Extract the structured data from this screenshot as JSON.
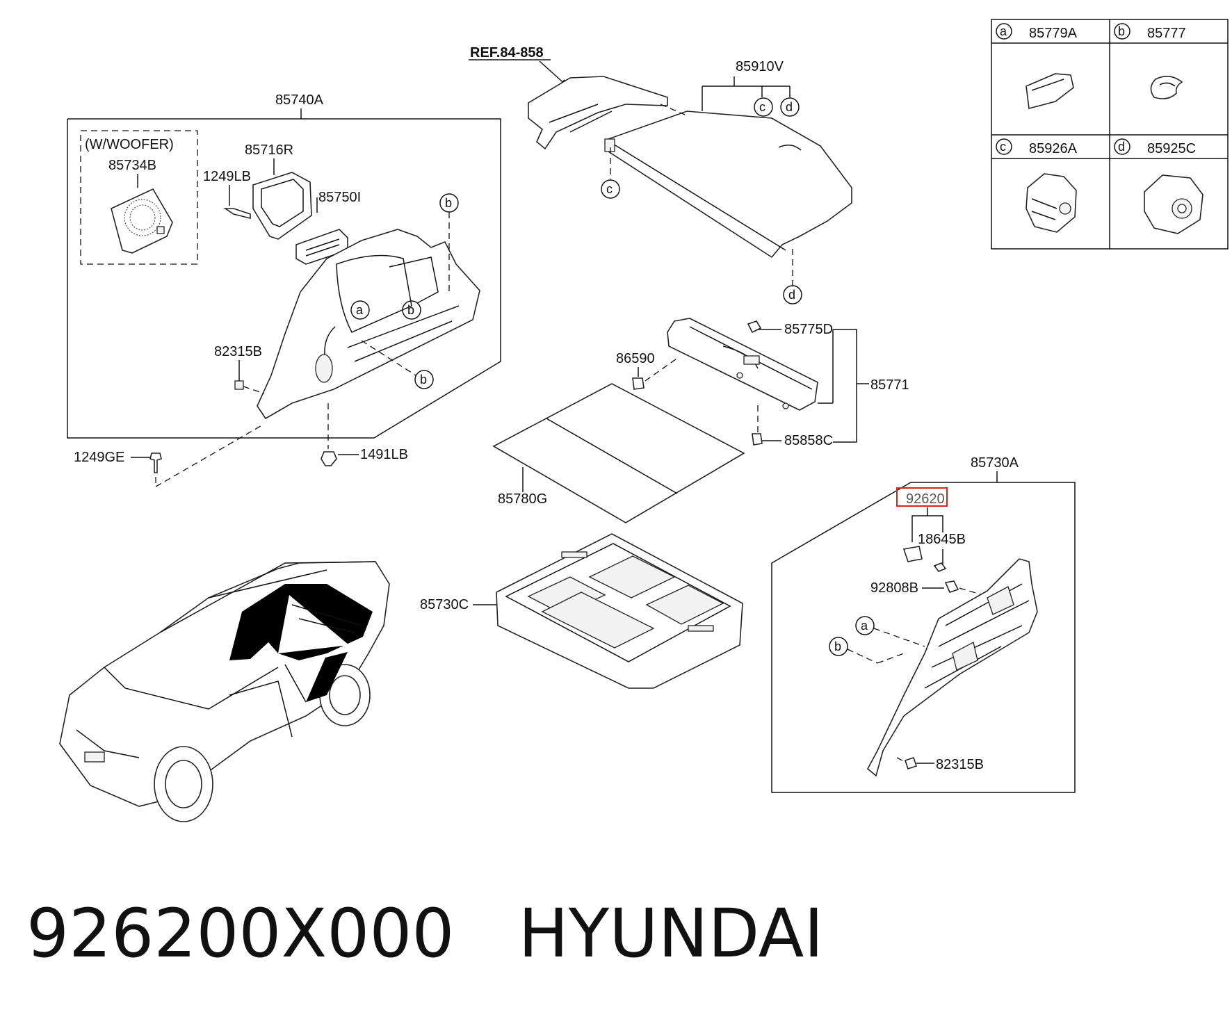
{
  "labels": {
    "ref": "REF.84-858",
    "p85910V": "85910V",
    "p85740A": "85740A",
    "woofer": "(W/WOOFER)",
    "p85734B": "85734B",
    "p85716R": "85716R",
    "p1249LB": "1249LB",
    "p85750I": "85750I",
    "p82315B_left": "82315B",
    "p1249GE": "1249GE",
    "p1491LB": "1491LB",
    "p85775D": "85775D",
    "p86590": "86590",
    "p85771": "85771",
    "p85858C": "85858C",
    "p85780G": "85780G",
    "p85730A": "85730A",
    "p92620": "92620",
    "p18645B": "18645B",
    "p92808B": "92808B",
    "p85730C": "85730C",
    "p82315B_right": "82315B"
  },
  "circles": {
    "a": "a",
    "b": "b",
    "c": "c",
    "d": "d"
  },
  "legend": [
    {
      "letter": "a",
      "part": "85779A"
    },
    {
      "letter": "b",
      "part": "85777"
    },
    {
      "letter": "c",
      "part": "85926A"
    },
    {
      "letter": "d",
      "part": "85925C"
    }
  ],
  "footer": {
    "part_number": "926200X000",
    "brand": "HYUNDAI"
  },
  "colors": {
    "highlight": "#e02020",
    "line": "#111111",
    "vehicle_area": "#000000"
  }
}
